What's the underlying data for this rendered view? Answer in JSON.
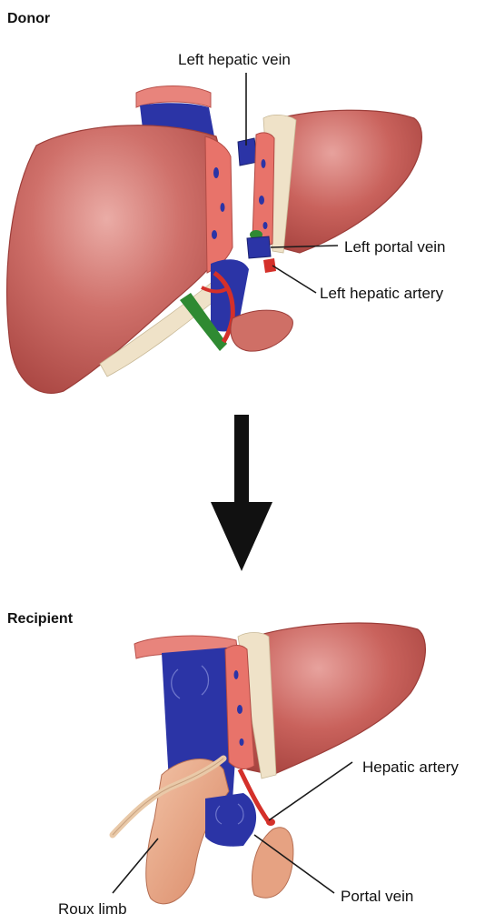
{
  "sections": {
    "donor": "Donor",
    "recipient": "Recipient"
  },
  "labels": {
    "left_hepatic_vein": "Left hepatic vein",
    "left_portal_vein": "Left portal vein",
    "left_hepatic_artery": "Left hepatic artery",
    "hepatic_artery": "Hepatic artery",
    "portal_vein": "Portal vein",
    "roux_limb": "Roux limb"
  },
  "colors": {
    "liver": "#c8615d",
    "liver_light": "#e4a09c",
    "vein": "#2b34a6",
    "artery": "#d4302a",
    "bile_duct": "#2f8a32",
    "cut_surface": "#e8736a",
    "capsule": "#efe2c8",
    "bowel": "#e6a282"
  }
}
